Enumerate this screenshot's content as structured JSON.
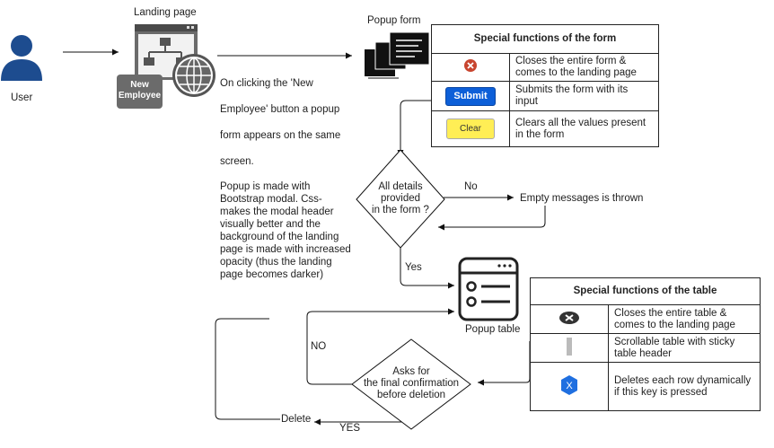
{
  "actor": {
    "label": "User"
  },
  "landing_page": {
    "title": "Landing page",
    "button_label": "New\nEmployee"
  },
  "popup_form": {
    "title": "Popup form"
  },
  "note": {
    "lines": [
      "On clicking the 'New",
      "Employee' button a popup",
      "form appears on the same",
      "screen."
    ],
    "paragraph": "Popup is made with Bootstrap modal. Css- makes the modal header visually better and the background of the landing page is made with increased opacity (thus the landing page becomes darker)"
  },
  "form_table": {
    "header": "Special functions of the form",
    "rows": [
      {
        "icon": "close-circle-icon",
        "text": "Closes the entire form & comes to the landing page"
      },
      {
        "icon": "submit-button",
        "button": "Submit",
        "text": "Submits the form with its input"
      },
      {
        "icon": "clear-button",
        "button": "Clear",
        "text": "Clears all the values present in the form"
      }
    ]
  },
  "decision1": {
    "text": "All details\nprovided\nin the form ?",
    "no_label": "No",
    "yes_label": "Yes",
    "no_result": "Empty messages is thrown"
  },
  "popup_table": {
    "title": "Popup table"
  },
  "table_table": {
    "header": "Special functions of the table",
    "rows": [
      {
        "icon": "close-oval-icon",
        "text": "Closes the entire table & comes to the landing page"
      },
      {
        "icon": "scrollbar-icon",
        "text": "Scrollable table with sticky table header"
      },
      {
        "icon": "x-hexagon-icon",
        "glyph": "X",
        "text": "Deletes each row dynamically if this key is pressed"
      }
    ]
  },
  "decision2": {
    "text": "Asks for\nthe final confirmation\nbefore deletion",
    "no_label": "NO",
    "yes_label": "YES",
    "yes_result": "Delete"
  },
  "colors": {
    "user": "#1d4c8f",
    "submit": "#0d5fd8",
    "clear": "#ffee55",
    "close": "#c8452f",
    "x_key": "#1f6fe0"
  }
}
